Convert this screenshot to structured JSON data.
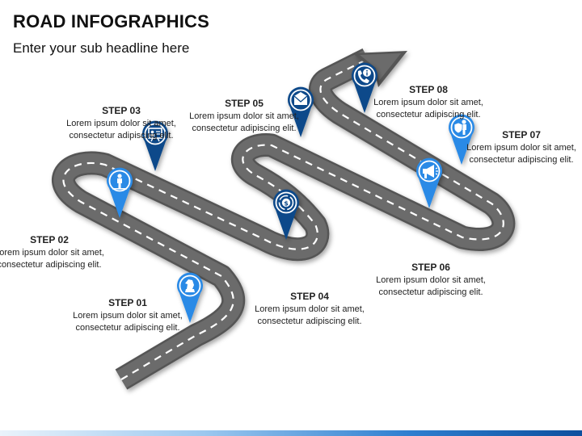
{
  "header": {
    "title": "ROAD INFOGRAPHICS",
    "subtitle": "Enter your sub headline here"
  },
  "steps": [
    {
      "label": "STEP 01",
      "text": "Lorem ipsum dolor sit amet, consectetur adipiscing elit.",
      "icon": "chess-knight-icon",
      "color": "#2b8ae6"
    },
    {
      "label": "STEP 02",
      "text": "Lorem ipsum dolor sit amet, consectetur adipiscing elit.",
      "icon": "person-icon",
      "color": "#2b8ae6"
    },
    {
      "label": "STEP 03",
      "text": "Lorem ipsum dolor sit amet, consectetur adipiscing elit.",
      "icon": "presentation-board-icon",
      "color": "#0d4a8a"
    },
    {
      "label": "STEP 04",
      "text": "Lorem ipsum dolor sit amet, consectetur adipiscing elit.",
      "icon": "money-cycle-icon",
      "color": "#0d4a8a"
    },
    {
      "label": "STEP 05",
      "text": "Lorem ipsum dolor sit amet, consectetur adipiscing elit.",
      "icon": "mail-icon",
      "color": "#0d4a8a"
    },
    {
      "label": "STEP 06",
      "text": "Lorem ipsum dolor sit amet, consectetur adipiscing elit.",
      "icon": "megaphone-icon",
      "color": "#2b8ae6"
    },
    {
      "label": "STEP 07",
      "text": "Lorem ipsum dolor sit amet, consectetur adipiscing elit.",
      "icon": "person-shield-icon",
      "color": "#2b8ae6"
    },
    {
      "label": "STEP 08",
      "text": "Lorem ipsum dolor sit amet, consectetur adipiscing elit.",
      "icon": "phone-info-icon",
      "color": "#0d4a8a"
    }
  ]
}
